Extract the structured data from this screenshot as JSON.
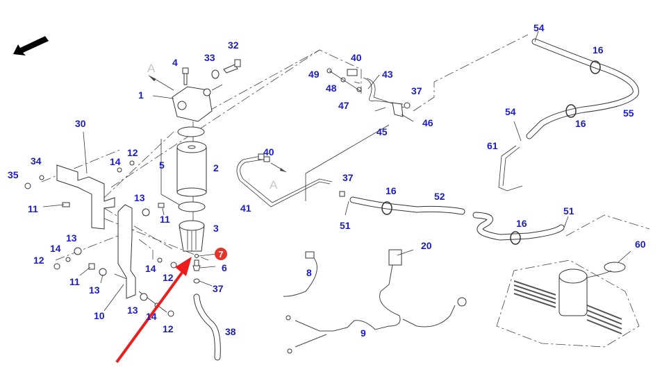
{
  "diagram": {
    "title": "Fuel filter and fuel line assembly parts diagram",
    "view_marker": "A",
    "highlight": {
      "part_number": "7",
      "badge_color": "#e8332a",
      "arrow_color": "#ee1c1c"
    },
    "label_color": "#1a1ad0",
    "callouts": [
      {
        "id": "c32",
        "text": "32"
      },
      {
        "id": "c4",
        "text": "4"
      },
      {
        "id": "c33",
        "text": "33"
      },
      {
        "id": "c1",
        "text": "1"
      },
      {
        "id": "c30",
        "text": "30"
      },
      {
        "id": "c5",
        "text": "5"
      },
      {
        "id": "c2",
        "text": "2"
      },
      {
        "id": "c3",
        "text": "3"
      },
      {
        "id": "c6",
        "text": "6"
      },
      {
        "id": "c37a",
        "text": "37"
      },
      {
        "id": "c38",
        "text": "38"
      },
      {
        "id": "c34",
        "text": "34"
      },
      {
        "id": "c35",
        "text": "35"
      },
      {
        "id": "c12a",
        "text": "12"
      },
      {
        "id": "c14a",
        "text": "14"
      },
      {
        "id": "c11a",
        "text": "11"
      },
      {
        "id": "c13a",
        "text": "13"
      },
      {
        "id": "c11b",
        "text": "11"
      },
      {
        "id": "c13b",
        "text": "13"
      },
      {
        "id": "c14b",
        "text": "14"
      },
      {
        "id": "c12b",
        "text": "12"
      },
      {
        "id": "c11c",
        "text": "11"
      },
      {
        "id": "c13c",
        "text": "13"
      },
      {
        "id": "c10",
        "text": "10"
      },
      {
        "id": "c14c",
        "text": "14"
      },
      {
        "id": "c12c",
        "text": "12"
      },
      {
        "id": "c13d",
        "text": "13"
      },
      {
        "id": "c14d",
        "text": "14"
      },
      {
        "id": "c12d",
        "text": "12"
      },
      {
        "id": "c40a",
        "text": "40"
      },
      {
        "id": "c49",
        "text": "49"
      },
      {
        "id": "c43",
        "text": "43"
      },
      {
        "id": "c48",
        "text": "48"
      },
      {
        "id": "c47",
        "text": "47"
      },
      {
        "id": "c37b",
        "text": "37"
      },
      {
        "id": "c46",
        "text": "46"
      },
      {
        "id": "c45",
        "text": "45"
      },
      {
        "id": "c40b",
        "text": "40"
      },
      {
        "id": "c41",
        "text": "41"
      },
      {
        "id": "c37c",
        "text": "37"
      },
      {
        "id": "c16a",
        "text": "16"
      },
      {
        "id": "c52",
        "text": "52"
      },
      {
        "id": "c51a",
        "text": "51"
      },
      {
        "id": "c54a",
        "text": "54"
      },
      {
        "id": "c16b",
        "text": "16"
      },
      {
        "id": "c54b",
        "text": "54"
      },
      {
        "id": "c16c",
        "text": "16"
      },
      {
        "id": "c55",
        "text": "55"
      },
      {
        "id": "c61",
        "text": "61"
      },
      {
        "id": "c51b",
        "text": "51"
      },
      {
        "id": "c16d",
        "text": "16"
      },
      {
        "id": "c60",
        "text": "60"
      },
      {
        "id": "c20",
        "text": "20"
      },
      {
        "id": "c8",
        "text": "8"
      },
      {
        "id": "c9",
        "text": "9"
      }
    ]
  }
}
